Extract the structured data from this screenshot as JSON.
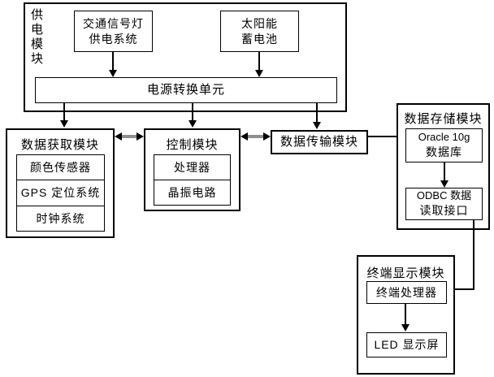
{
  "diagram": {
    "power": {
      "title": "供电模块",
      "traffic_supply": {
        "line1": "交通信号灯",
        "line2": "供电系统"
      },
      "solar_battery": {
        "line1": "太阳能",
        "line2": "蓄电池"
      },
      "conversion_unit": "电源转换单元"
    },
    "acquisition": {
      "title": "数据获取模块",
      "items": [
        "颜色传感器",
        "GPS 定位系统",
        "时钟系统"
      ]
    },
    "control": {
      "title": "控制模块",
      "items": [
        "处理器",
        "晶振电路"
      ]
    },
    "transmission": {
      "title": "数据传输模块"
    },
    "storage": {
      "title": "数据存储模块",
      "oracle": {
        "line1": "Oracle 10g",
        "line2": "数据库"
      },
      "odbc": {
        "line1": "ODBC 数据",
        "line2": "读取接口"
      }
    },
    "terminal": {
      "title": "终端显示模块",
      "processor": "终端处理器",
      "led": "LED 显示屏"
    }
  },
  "colors": {
    "line": "#000000",
    "double_arrow_shaft": "#8f8f8f",
    "background": "#ffffff"
  }
}
